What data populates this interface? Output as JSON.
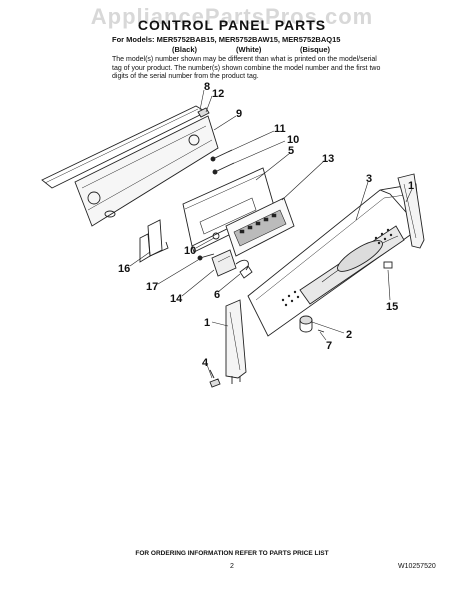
{
  "watermark": "AppliancePartsPros.com",
  "title": "CONTROL PANEL PARTS",
  "models": "For Models: MER5752BAB15, MER5752BAW15, MER5752BAQ15",
  "colors": [
    "(Black)",
    "(White)",
    "(Bisque)"
  ],
  "note": "The model(s) number shown may be different than what is printed on the model/serial tag of your product. The number(s) shown combine the model number and the first two digits of the serial number from the product tag.",
  "callouts": [
    "8",
    "12",
    "9",
    "11",
    "10",
    "5",
    "13",
    "3",
    "1",
    "16",
    "10",
    "17",
    "14",
    "6",
    "1",
    "2",
    "7",
    "4",
    "15"
  ],
  "footer": "FOR ORDERING INFORMATION REFER TO PARTS PRICE LIST",
  "page_number": "2",
  "doc_number": "W10257520"
}
